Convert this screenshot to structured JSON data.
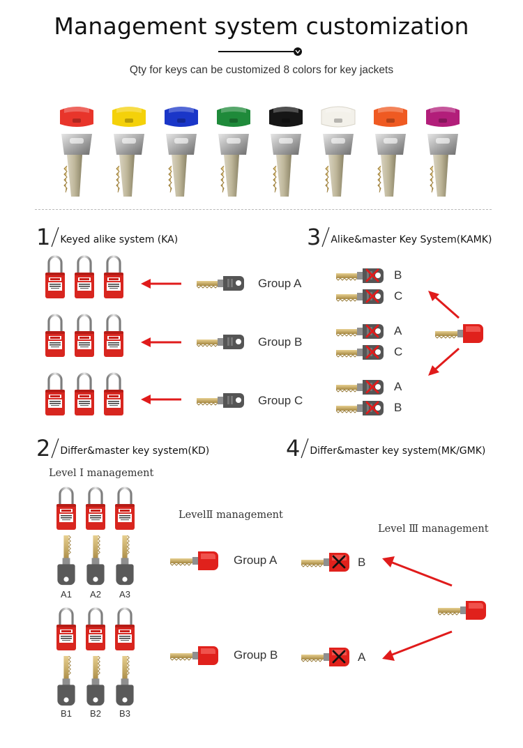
{
  "header": {
    "title": "Management system customization",
    "subtitle": "Qty for keys can be customized   8 colors for key jackets"
  },
  "key_colors": [
    "#e8352b",
    "#f4d10a",
    "#1a36c8",
    "#1f8a3a",
    "#161616",
    "#f3f1ea",
    "#ef5a22",
    "#b21e7a"
  ],
  "sections": {
    "ka": {
      "number": "1",
      "label": "Keyed alike system (KA)",
      "groups": [
        "Group A",
        "Group B",
        "Group C"
      ]
    },
    "kamk": {
      "number": "3",
      "label": "Alike&master Key System(KAMK)",
      "letters": [
        "B",
        "C",
        "A",
        "C",
        "A",
        "B"
      ]
    },
    "kd": {
      "number": "2",
      "label": "Differ&master key system(KD)",
      "level1": "Level Ⅰ management",
      "keys_row1": [
        "A1",
        "A2",
        "A3"
      ],
      "keys_row2": [
        "B1",
        "B2",
        "B3"
      ]
    },
    "mk": {
      "number": "4",
      "label": "Differ&master key system(MK/GMK)",
      "level2": "LevelⅡ management",
      "level3": "Level Ⅲ  management",
      "groups": [
        "Group A",
        "Group B"
      ],
      "letters": [
        "B",
        "A"
      ]
    }
  },
  "colors": {
    "lock_red": "#d8261f",
    "arrow_red": "#e01b1b"
  }
}
